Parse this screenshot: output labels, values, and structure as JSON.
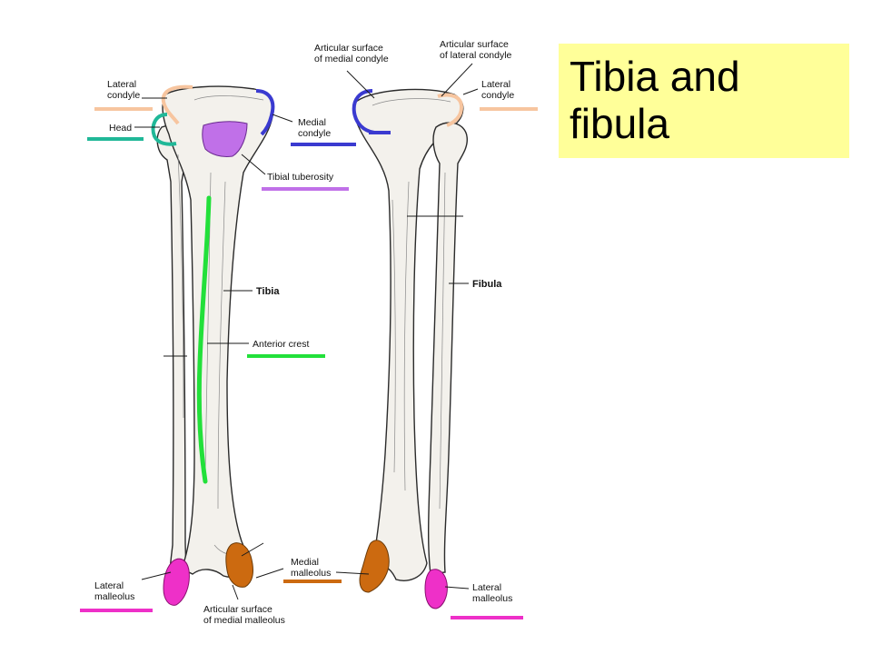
{
  "title": "Tibia and\nfibula",
  "labels": {
    "lateral_condyle_left": "Lateral condyle",
    "head": "Head",
    "medial_condyle": "Medial condyle",
    "tibial_tuberosity": "Tibial tuberosity",
    "tibia": "Tibia",
    "anterior_crest": "Anterior crest",
    "lateral_malleolus_left": "Lateral malleolus",
    "articular_surface_medial_malleolus": "Articular surface of medial malleolus",
    "medial_malleolus": "Medial malleolus",
    "articular_surface_medial_condyle": "Articular surface of medial condyle",
    "articular_surface_lateral_condyle": "Articular surface of lateral condyle",
    "lateral_condyle_right": "Lateral condyle",
    "fibula": "Fibula",
    "lateral_malleolus_right": "Lateral malleolus"
  },
  "colors": {
    "title_bg": "#ffff99",
    "lateral_condyle": "#f7c59f",
    "head": "#20b898",
    "medial_condyle": "#3a3ad0",
    "tibial_tuberosity": "#c070e8",
    "anterior_crest": "#22e03a",
    "lateral_malleolus": "#ee30c8",
    "medial_malleolus": "#cc6a10"
  }
}
